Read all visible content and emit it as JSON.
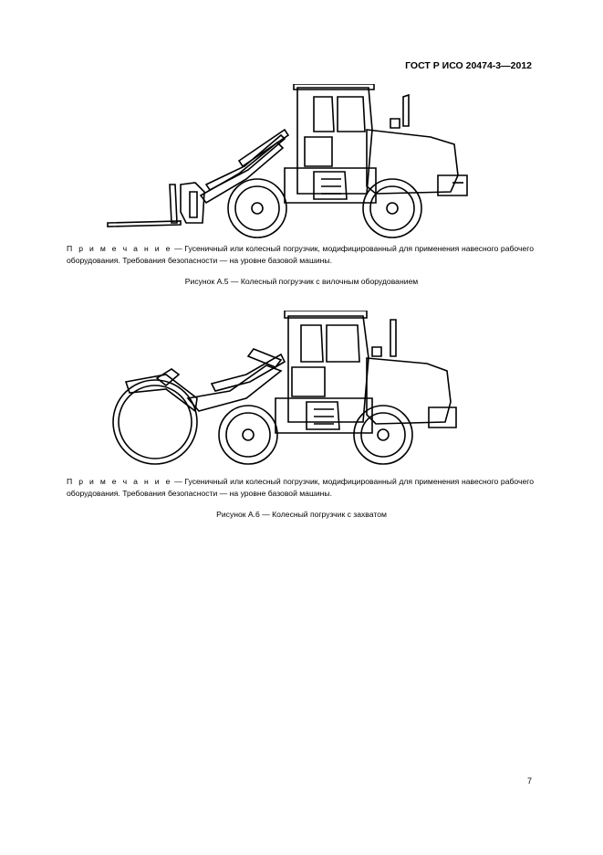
{
  "header": {
    "standard": "ГОСТ Р ИСО 20474-3—2012"
  },
  "figure_a5": {
    "note_lead": "П р и м е ч а н и е",
    "note_text": " — Гусеничный или колесный погрузчик, модифицированный для применения навесного рабочего оборудования. Требования безопасности — на уровне базовой машины.",
    "caption": "Рисунок  А.5 — Колесный погрузчик с вилочным оборудованием"
  },
  "figure_a6": {
    "note_lead": "П р и м е ч а н и е",
    "note_text": " — Гусеничный или колесный погрузчик, модифицированный для применения навесного рабочего оборудования. Требования безопасности — на уровне базовой машины.",
    "caption": "Рисунок  А.6 — Колесный погрузчик с захватом"
  },
  "footer": {
    "page_number": "7"
  }
}
